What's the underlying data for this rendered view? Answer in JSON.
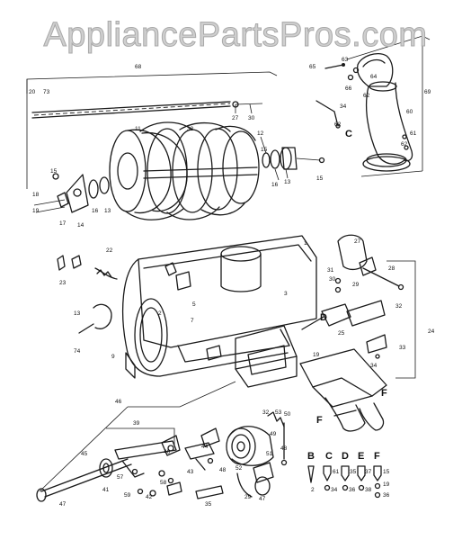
{
  "watermark": "AppliancePartsPros.com",
  "callouts": {
    "c68": "68",
    "c20": "20",
    "c73": "73",
    "c11": "11",
    "c38": "38",
    "c27": "27",
    "c30": "30",
    "c12": "12",
    "c15a": "15",
    "c16a": "16",
    "c13a": "13",
    "c15b": "15",
    "c15c": "15",
    "c18": "18",
    "c19": "19",
    "c17": "17",
    "c14": "14",
    "c16b": "16",
    "c13b": "13",
    "c65": "65",
    "c63": "63",
    "c64": "64",
    "c66": "66",
    "c62a": "62",
    "c69": "69",
    "c60": "60",
    "c34": "34",
    "c62b": "62",
    "c61": "61",
    "c62c": "62",
    "labelC": "C",
    "c22": "22",
    "c23": "23",
    "c1": "1",
    "c5": "5",
    "c7": "7",
    "c3": "3",
    "c2": "2",
    "c13c": "13",
    "c74": "74",
    "c9": "9",
    "c27b": "27",
    "c28": "28",
    "c31": "31",
    "c30b": "30",
    "c29": "29",
    "c25": "25",
    "labelD": "D",
    "c32": "32",
    "c24": "24",
    "c33": "33",
    "c34b": "34",
    "c19b": "19",
    "labelF1": "F",
    "labelF2": "F",
    "c46": "46",
    "c39": "39",
    "c32b": "32",
    "c53": "53",
    "c50": "50",
    "c51": "51",
    "c49": "49",
    "c48": "48",
    "c45": "45",
    "c40": "40",
    "c41": "41",
    "c47": "47",
    "c57": "57",
    "c58": "58",
    "c59": "59",
    "c42": "42",
    "c43": "43",
    "c35": "35",
    "c29b": "29",
    "c47b": "47",
    "c52": "52",
    "c44": "44",
    "c48b": "48",
    "legend": {
      "head_B": "B",
      "head_C": "C",
      "head_D": "D",
      "head_E": "E",
      "head_F": "F",
      "b1": "2",
      "c1": "61",
      "c2": "34",
      "d1": "35",
      "d2": "36",
      "e1": "37",
      "e2": "38",
      "f1": "15",
      "f2": "19",
      "f3": "36"
    }
  }
}
